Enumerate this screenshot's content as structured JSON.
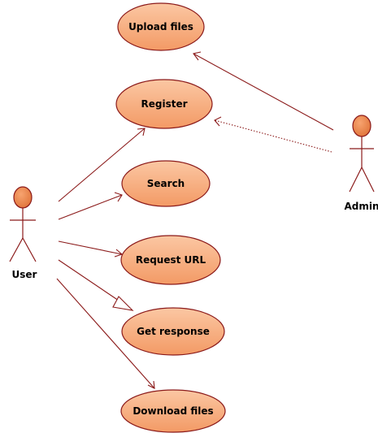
{
  "diagram": {
    "use_cases": {
      "upload_files": "Upload files",
      "register": "Register",
      "search": "Search",
      "request_url": "Request URL",
      "get_response": "Get response",
      "download_files": "Download files"
    },
    "actors": {
      "user": "User",
      "admin": "Admin"
    }
  },
  "colors": {
    "usecase_fill": "#f7a878",
    "actor_head_fill": "#f08a4b",
    "line": "#8b1a1a"
  }
}
